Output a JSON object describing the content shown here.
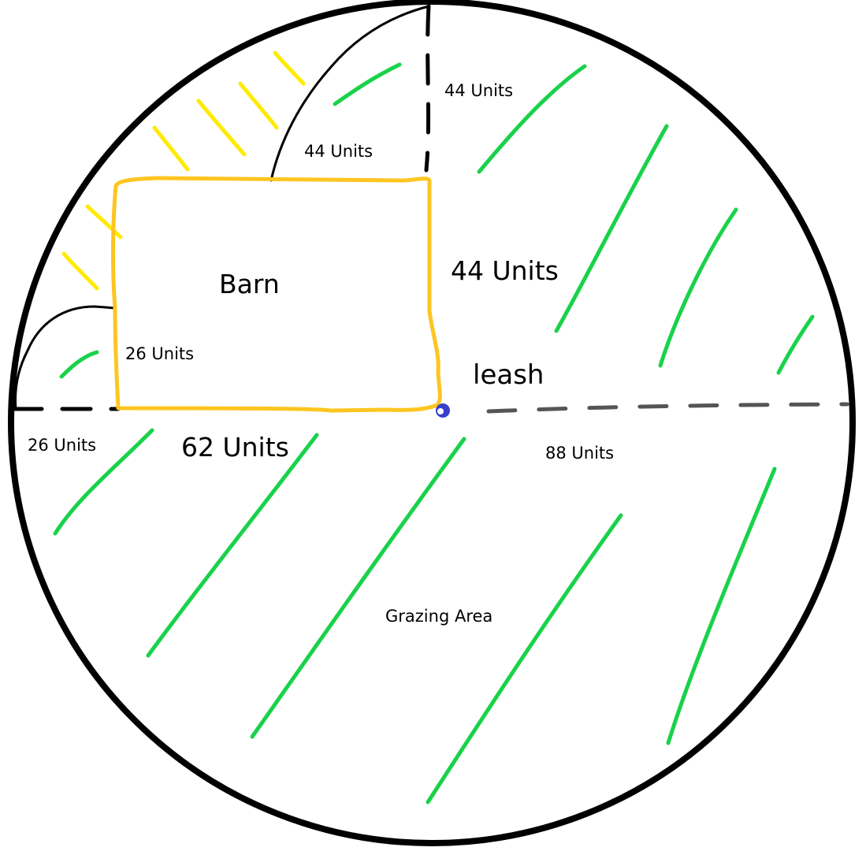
{
  "colors": {
    "outline": "#000000",
    "barn": "#FDC520",
    "grass": "#19D24A",
    "hatch_yellow": "#FFEB00",
    "leash_line": "#555555",
    "stake": "#3A3FCB",
    "background": "#FFFFFF"
  },
  "labels": {
    "barn": "Barn",
    "leash": "leash",
    "grazing_area": "Grazing Area",
    "barn_width": "62 Units",
    "barn_height": "44 Units",
    "barn_left_lower": "26 Units",
    "left_dash": "26 Units",
    "top_arc_radius": "44 Units",
    "top_dash": "44 Units",
    "leash_length": "88 Units"
  }
}
